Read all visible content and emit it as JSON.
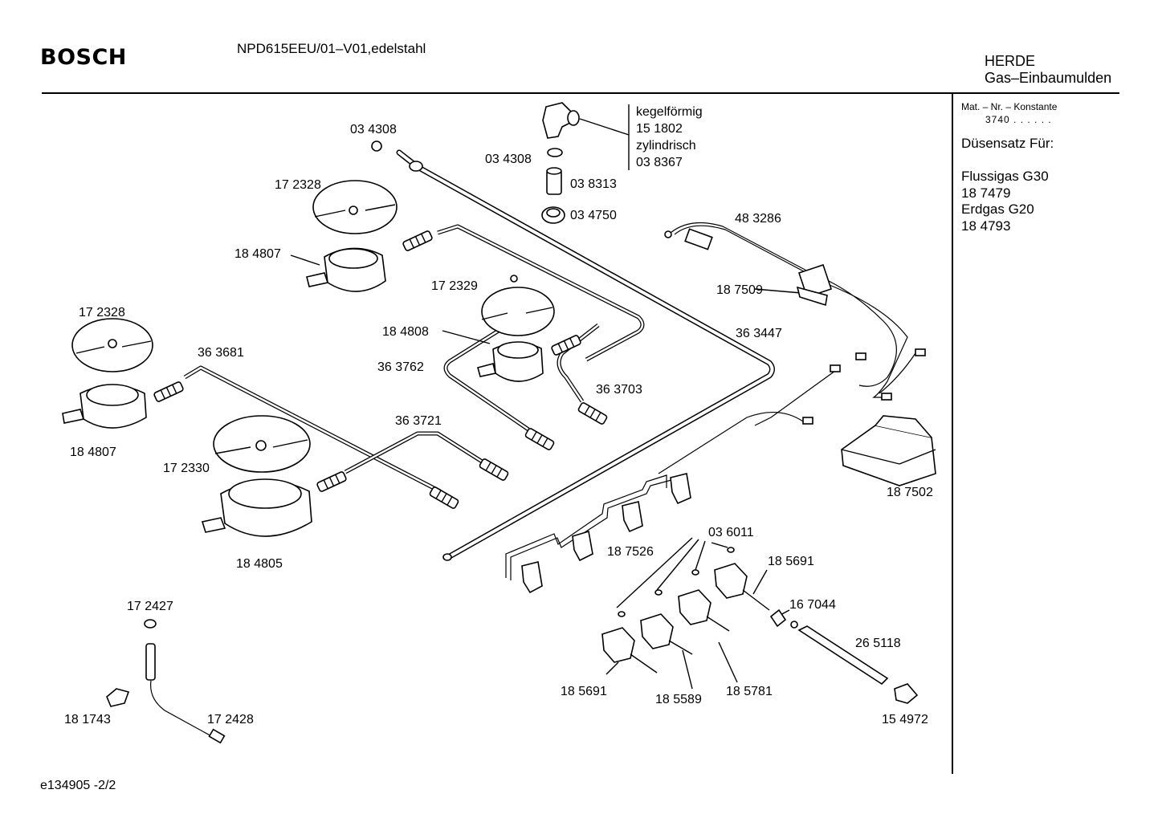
{
  "header": {
    "brand": "BOSCH",
    "model": "NPD615EEU/01–V01,edelstahl",
    "category_line1": "HERDE",
    "category_line2": "Gas–Einbaumulden"
  },
  "sidebar": {
    "mat_label": "Mat. – Nr. – Konstante",
    "mat_value": "3740 . . . . . .",
    "nozzle_title": "Düsensatz Für:",
    "gas1_name": "Flussigas G30",
    "gas1_number": "18 7479",
    "gas2_name": "Erdgas G20",
    "gas2_number": "18 4793"
  },
  "parts": {
    "p034308_a": "03 4308",
    "p034308_b": "03 4308",
    "kegel": "kegelförmig",
    "p151802": "15 1802",
    "zyl": "zylindrisch",
    "p038367": "03 8367",
    "p038313": "03 8313",
    "p034750": "03 4750",
    "p172328_a": "17 2328",
    "p172328_b": "17 2328",
    "p184807_a": "18 4807",
    "p184807_b": "18 4807",
    "p483286": "48 3286",
    "p172329": "17 2329",
    "p187509": "18 7509",
    "p184808": "18 4808",
    "p363447": "36 3447",
    "p363762": "36 3762",
    "p363681": "36 3681",
    "p363703": "36 3703",
    "p363721": "36 3721",
    "p172330": "17 2330",
    "p184805": "18 4805",
    "p187502": "18 7502",
    "p036011": "03 6011",
    "p187526": "18 7526",
    "p185691_a": "18 5691",
    "p167044": "16 7044",
    "p265118": "26 5118",
    "p172427": "17 2427",
    "p185691_b": "18 5691",
    "p185589": "18 5589",
    "p185781": "18 5781",
    "p154972": "15 4972",
    "p181743": "18 1743",
    "p172428": "17 2428"
  },
  "footer": {
    "doc_ref": "e134905  -2/2"
  }
}
